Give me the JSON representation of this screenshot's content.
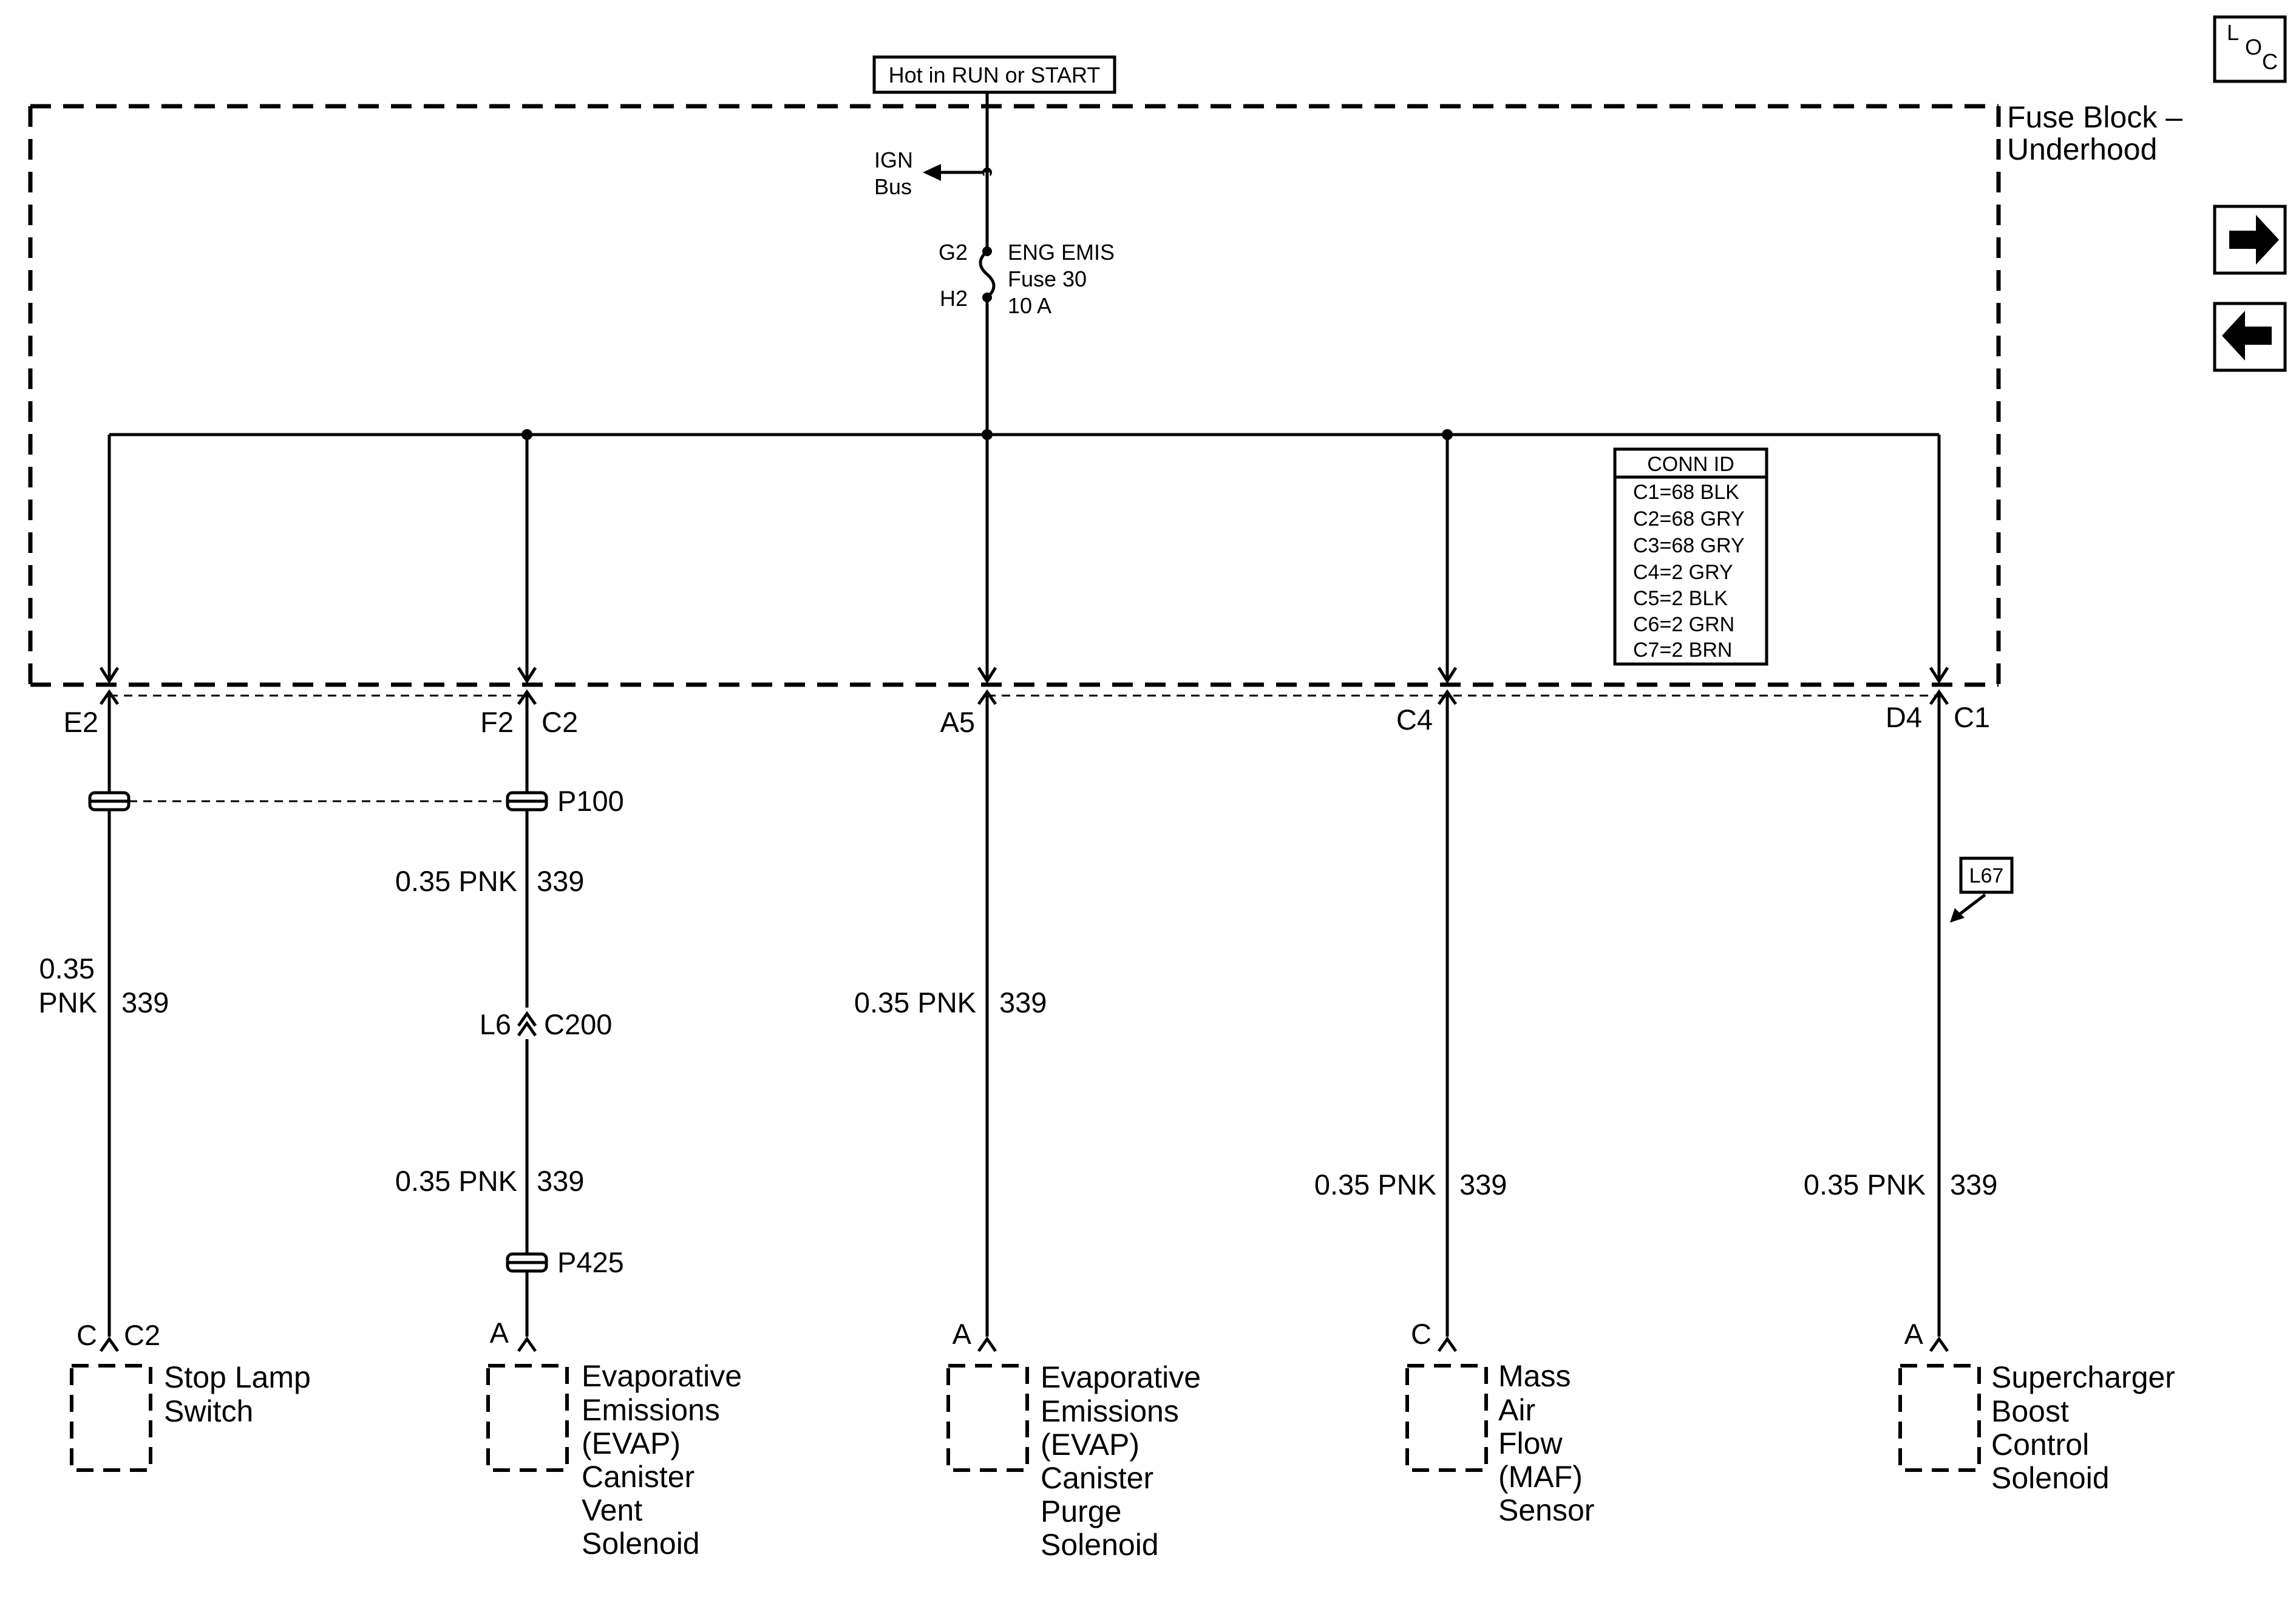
{
  "supply": {
    "label": "Hot in RUN or START",
    "ign_bus": [
      "IGN",
      "Bus"
    ],
    "fuse_pins": [
      "G2",
      "H2"
    ],
    "fuse_text": [
      "ENG EMIS",
      "Fuse 30",
      "10 A"
    ]
  },
  "fuse_block": {
    "name_lines": [
      "Fuse Block –",
      "Underhood"
    ]
  },
  "conn_id": {
    "title": "CONN ID",
    "rows": [
      "C1=68 BLK",
      "C2=68 GRY",
      "C3=68 GRY",
      "C4=2 GRY",
      "C5=2 BLK",
      "C6=2 GRN",
      "C7=2 BRN"
    ]
  },
  "nav": {
    "loc_letters": [
      "L",
      "O",
      "C"
    ],
    "forward_icon": "arrow-right-icon",
    "back_icon": "arrow-left-icon"
  },
  "branches": [
    {
      "terminal": "E2",
      "connector": "",
      "splice": "",
      "wire": [
        "0.35",
        "PNK",
        "339"
      ],
      "pins": [
        "C",
        "C2"
      ],
      "component": [
        "Stop Lamp",
        "Switch"
      ]
    },
    {
      "terminal": "F2",
      "connector": "C2",
      "splice": "P100",
      "wire": [
        "0.35 PNK",
        "339"
      ],
      "inline": [
        "L6",
        "C200"
      ],
      "wire2": [
        "0.35 PNK",
        "339"
      ],
      "splice2": "P425",
      "pins": [
        "A"
      ],
      "component": [
        "Evaporative",
        "Emissions",
        "(EVAP)",
        "Canister",
        "Vent",
        "Solenoid"
      ]
    },
    {
      "terminal": "A5",
      "connector": "",
      "wire": [
        "0.35 PNK",
        "339"
      ],
      "pins": [
        "A"
      ],
      "component": [
        "Evaporative",
        "Emissions",
        "(EVAP)",
        "Canister",
        "Purge",
        "Solenoid"
      ]
    },
    {
      "terminal": "C4",
      "connector": "",
      "wire": [
        "0.35 PNK",
        "339"
      ],
      "pins": [
        "C"
      ],
      "component": [
        "Mass",
        "Air",
        "Flow",
        "(MAF)",
        "Sensor"
      ]
    },
    {
      "terminal": "D4",
      "connector": "C1",
      "option": "L67",
      "wire": [
        "0.35 PNK",
        "339"
      ],
      "pins": [
        "A"
      ],
      "component": [
        "Supercharger",
        "Boost",
        "Control",
        "Solenoid"
      ]
    }
  ]
}
